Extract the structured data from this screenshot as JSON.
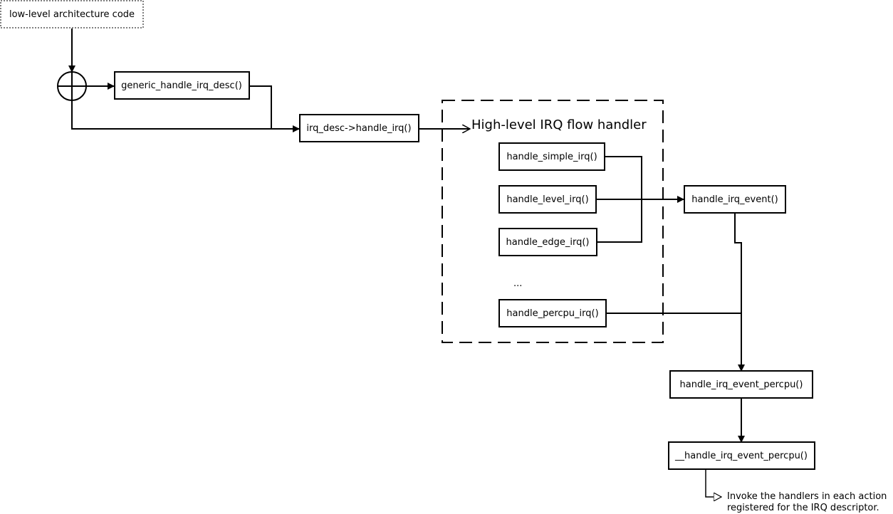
{
  "diagram": {
    "nodes": {
      "low_level": "low-level architecture code",
      "generic_handle": "generic_handle_irq_desc()",
      "irq_desc_handle": "irq_desc->handle_irq()",
      "simple": "handle_simple_irq()",
      "level": "handle_level_irq()",
      "edge": "handle_edge_irq()",
      "ellipsis": "...",
      "percpu": "handle_percpu_irq()",
      "irq_event": "handle_irq_event()",
      "irq_event_percpu": "handle_irq_event_percpu()",
      "irq_event_percpu_inner": "__handle_irq_event_percpu()"
    },
    "group_title": "High-level IRQ flow handler",
    "note_lines": [
      "Invoke the handlers in each action",
      "registered for the IRQ descriptor."
    ]
  }
}
